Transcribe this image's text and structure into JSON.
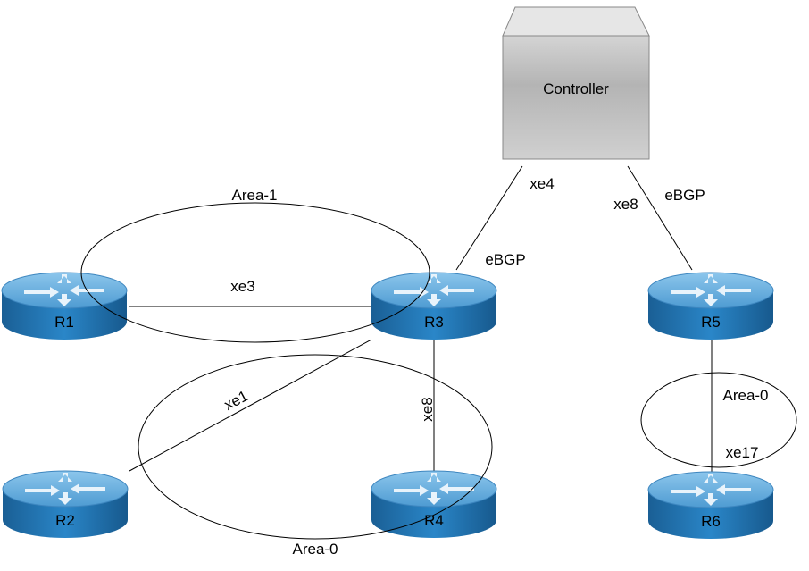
{
  "controller": {
    "label": "Controller"
  },
  "routers": [
    {
      "id": "r1",
      "label": "R1"
    },
    {
      "id": "r2",
      "label": "R2"
    },
    {
      "id": "r3",
      "label": "R3"
    },
    {
      "id": "r4",
      "label": "R4"
    },
    {
      "id": "r5",
      "label": "R5"
    },
    {
      "id": "r6",
      "label": "R6"
    }
  ],
  "areas": {
    "area1": "Area-1",
    "area0_left": "Area-0",
    "area0_right": "Area-0"
  },
  "links": {
    "r1_r3": "xe3",
    "r2_r3": "xe1",
    "r3_r4": "xe8",
    "ctrl_r3": "xe4",
    "ctrl_r3_proto": "eBGP",
    "ctrl_r5": "xe8",
    "ctrl_r5_proto": "eBGP",
    "r5_r6": "xe17"
  },
  "colors": {
    "router": "#1f78b8",
    "router_top": "#6cb0df",
    "controller": "#c8c8c8"
  }
}
